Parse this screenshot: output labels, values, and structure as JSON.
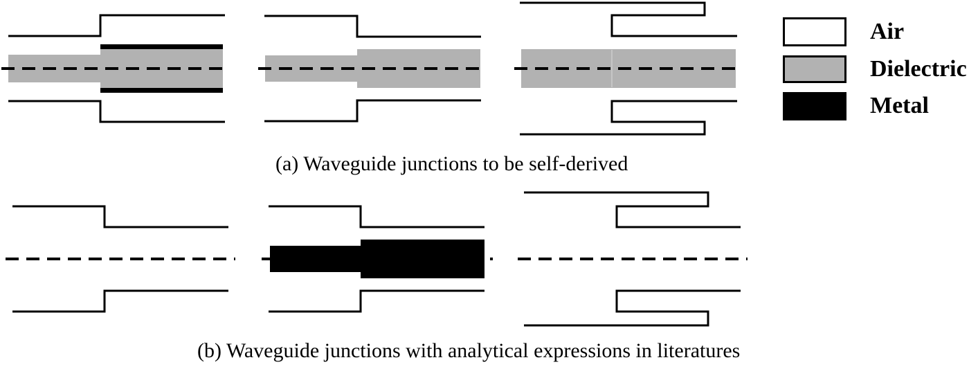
{
  "figure": {
    "caption_a": "(a) Waveguide junctions to be self-derived",
    "caption_b": "(b) Waveguide junctions with analytical expressions in literatures"
  },
  "legend": {
    "items": [
      {
        "id": "air",
        "label": "Air",
        "fill": "#ffffff"
      },
      {
        "id": "dielectric",
        "label": "Dielectric",
        "fill": "#b2b2b2"
      },
      {
        "id": "metal",
        "label": "Metal",
        "fill": "#000000"
      }
    ]
  },
  "colors": {
    "line": "#000000",
    "dielectric": "#b2b2b2",
    "metal": "#000000",
    "background": "#ffffff",
    "dielectric_seam": "#c6c6c6"
  }
}
